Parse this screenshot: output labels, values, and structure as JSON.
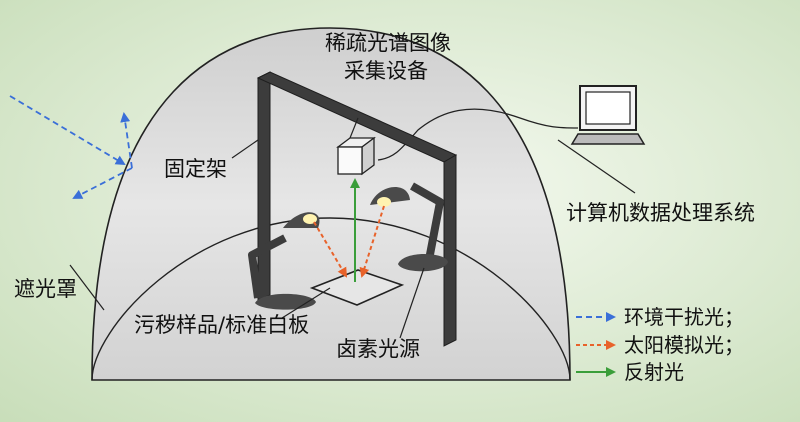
{
  "labels": {
    "device_line1": "稀疏光谱图像",
    "device_line2": "采集设备",
    "stand": "固定架",
    "computer": "计算机数据处理系统",
    "shade": "遮光罩",
    "sample": "污秽样品/标准白板",
    "halogen": "卤素光源"
  },
  "legend": {
    "ambient": "环境干扰光；",
    "sun_sim": "太阳模拟光；",
    "reflected": "反射光"
  },
  "colors": {
    "ambient": "#3a6fd8",
    "sun_sim": "#e8622a",
    "reflected": "#3a9e3a",
    "frame": "#3c3c3c",
    "dome_fill": "#dcdcdc"
  },
  "icons": [
    "laptop-icon",
    "camera-icon",
    "halogen-lamp-icon"
  ]
}
